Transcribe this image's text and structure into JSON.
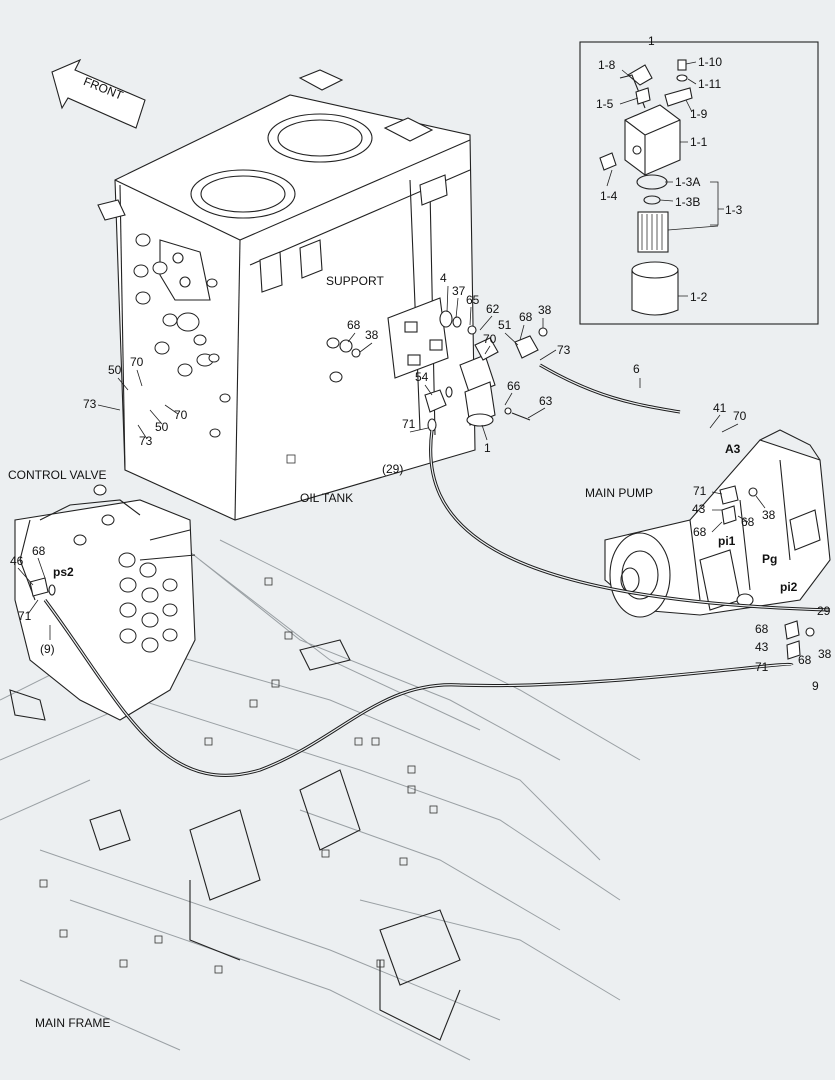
{
  "front_arrow": "FRONT",
  "areas": {
    "support": "SUPPORT",
    "oil_tank": "OIL TANK",
    "control_valve": "CONTROL VALVE",
    "main_pump": "MAIN PUMP",
    "main_frame": "MAIN FRAME"
  },
  "detail": {
    "title": "1",
    "labels": [
      "1-8",
      "1-10",
      "1-11",
      "1-5",
      "1-9",
      "1-1",
      "1-4",
      "1-3A",
      "1-3B",
      "1-3",
      "1-2"
    ]
  },
  "ports": {
    "ps2": "ps2",
    "pi1": "pi1",
    "pi2": "pi2",
    "pg": "Pg",
    "a3": "A3"
  },
  "callouts": [
    "4",
    "37",
    "65",
    "62",
    "68",
    "38",
    "51",
    "73",
    "70",
    "54",
    "66",
    "63",
    "71",
    "1",
    "(29)",
    "6",
    "41",
    "70",
    "68",
    "38",
    "50",
    "70",
    "73",
    "50",
    "70",
    "73",
    "46",
    "68",
    "71",
    "(9)",
    "71",
    "43",
    "68",
    "38",
    "68",
    "29",
    "68",
    "43",
    "71",
    "68",
    "38",
    "9"
  ]
}
